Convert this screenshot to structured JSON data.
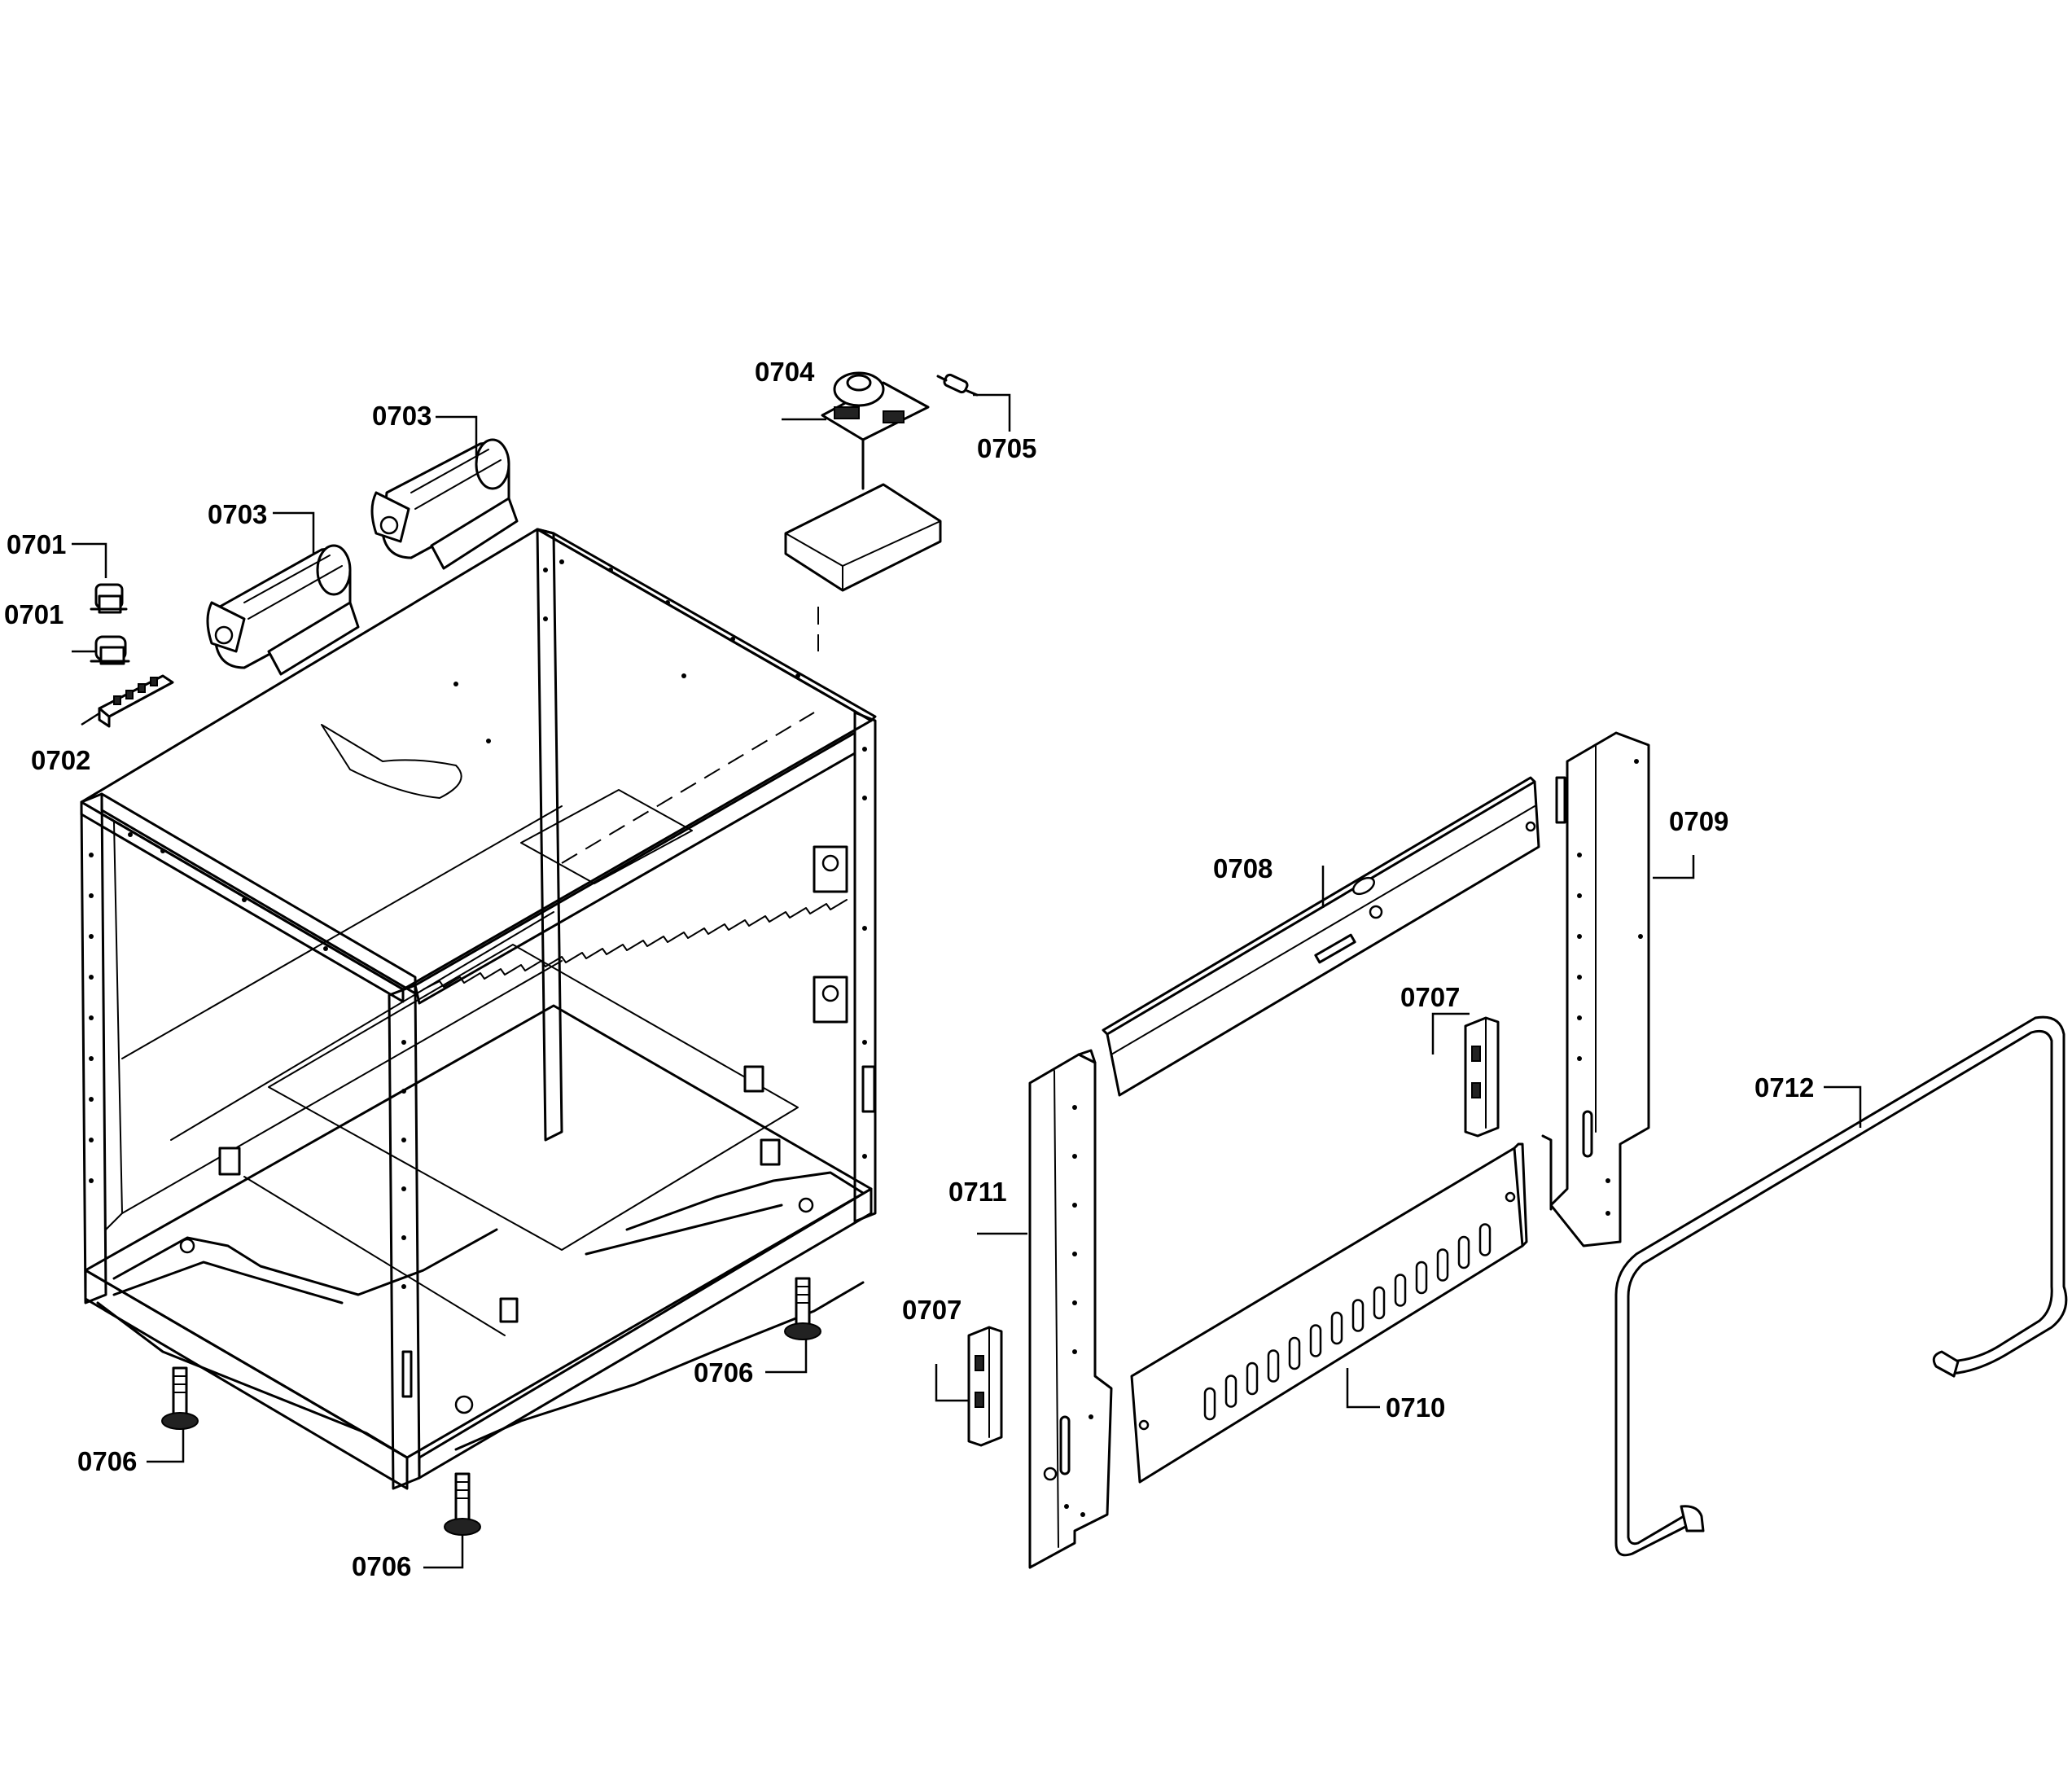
{
  "callouts": {
    "c0701a": "0701",
    "c0701b": "0701",
    "c0702": "0702",
    "c0703a": "0703",
    "c0703b": "0703",
    "c0704": "0704",
    "c0705": "0705",
    "c0706a": "0706",
    "c0706b": "0706",
    "c0706c": "0706",
    "c0707a": "0707",
    "c0707b": "0707",
    "c0708": "0708",
    "c0709": "0709",
    "c0710": "0710",
    "c0711": "0711",
    "c0712": "0712"
  }
}
